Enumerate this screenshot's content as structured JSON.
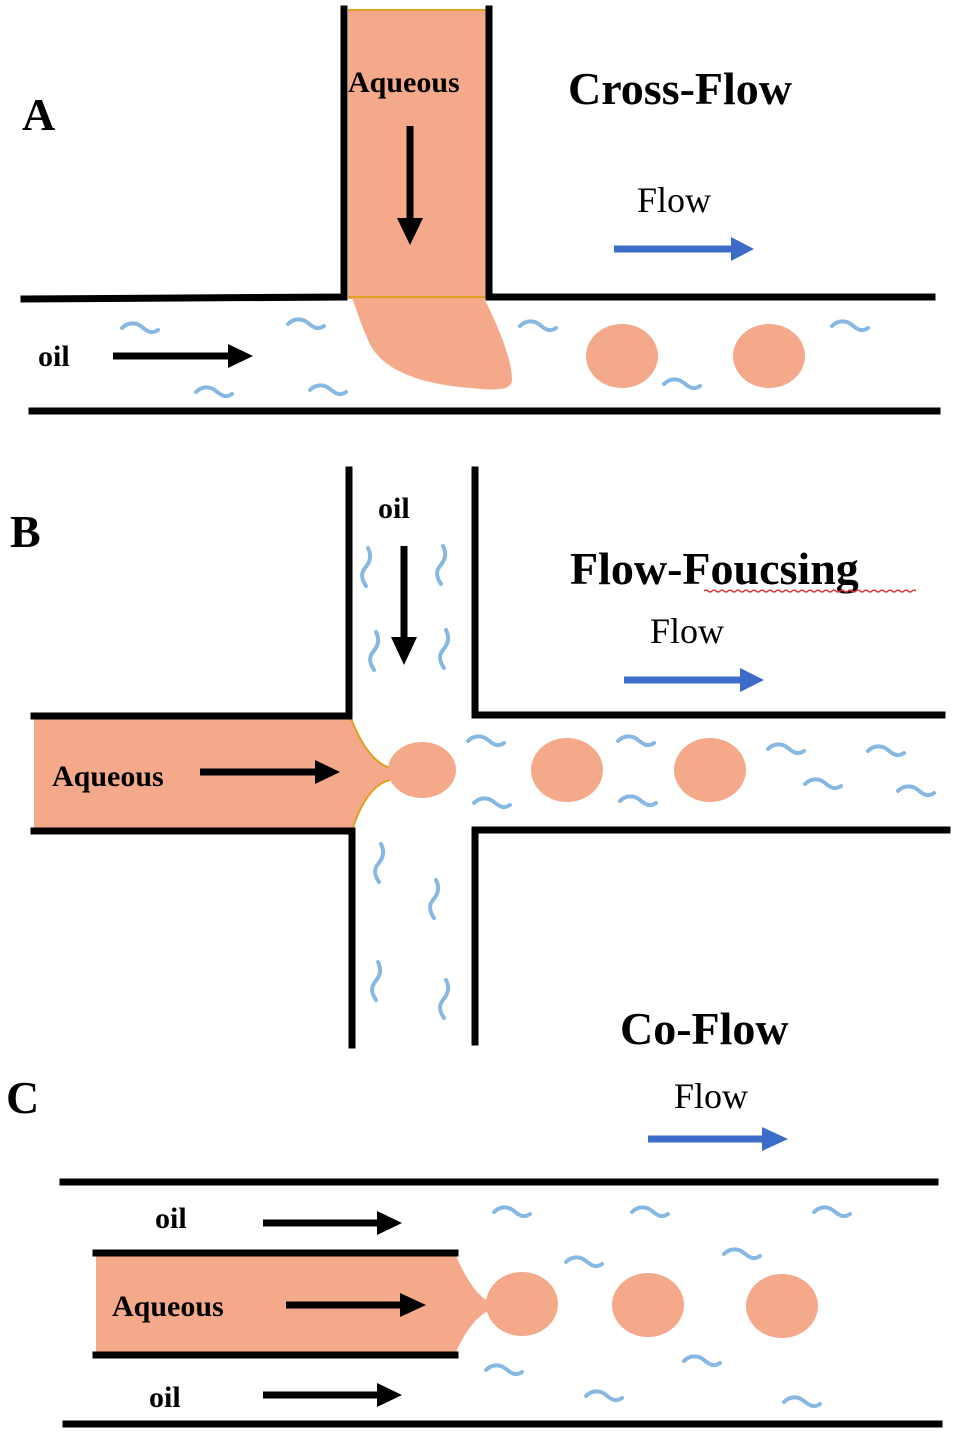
{
  "figure": {
    "colors": {
      "aqueous": "#f4a98a",
      "oil_wave": "#86b8e2",
      "flow_arrow": "#3c6cc8",
      "wall": "#000000"
    },
    "panels": [
      {
        "letter": "A",
        "title": "Cross-Flow",
        "flow_label": "Flow",
        "aqueous_label": "Aqueous",
        "oil_label": "oil",
        "droplet_count": 2
      },
      {
        "letter": "B",
        "title": "Flow-Foucsing",
        "flow_label": "Flow",
        "aqueous_label": "Aqueous",
        "oil_label": "oil",
        "droplet_count": 3
      },
      {
        "letter": "C",
        "title": "Co-Flow",
        "flow_label": "Flow",
        "aqueous_label": "Aqueous",
        "oil_label_top": "oil",
        "oil_label_bottom": "oil",
        "droplet_count": 3
      }
    ]
  }
}
